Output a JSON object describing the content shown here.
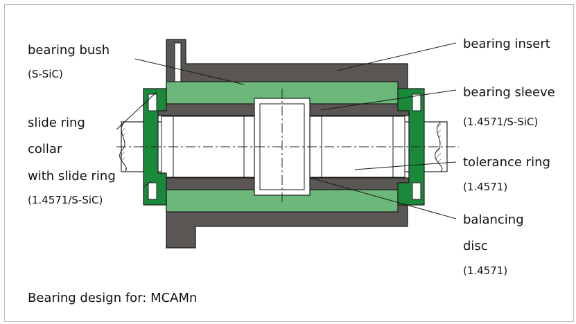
{
  "labels": {
    "bearing_bush": "bearing bush",
    "bearing_bush_mat": "(S-SiC)",
    "slide_ring_collar_1": "slide ring",
    "slide_ring_collar_2": "collar",
    "slide_ring_collar_3": "with slide ring",
    "slide_ring_collar_mat": "(1.4571/S-SiC)",
    "bearing_insert": "bearing insert",
    "bearing_sleeve": "bearing sleeve",
    "bearing_sleeve_mat": "(1.4571/S-SiC)",
    "tolerance_ring": "tolerance ring",
    "tolerance_ring_mat": "(1.4571)",
    "balancing_disc_1": "balancing",
    "balancing_disc_2": "disc",
    "balancing_disc_mat": "(1.4571)"
  },
  "caption": "Bearing design for: MCAMn",
  "colors": {
    "steel_dark": "#5a5653",
    "sic_green": "#6cb87a",
    "collar_green": "#1a8a3a",
    "outline": "#1a1a1a"
  }
}
